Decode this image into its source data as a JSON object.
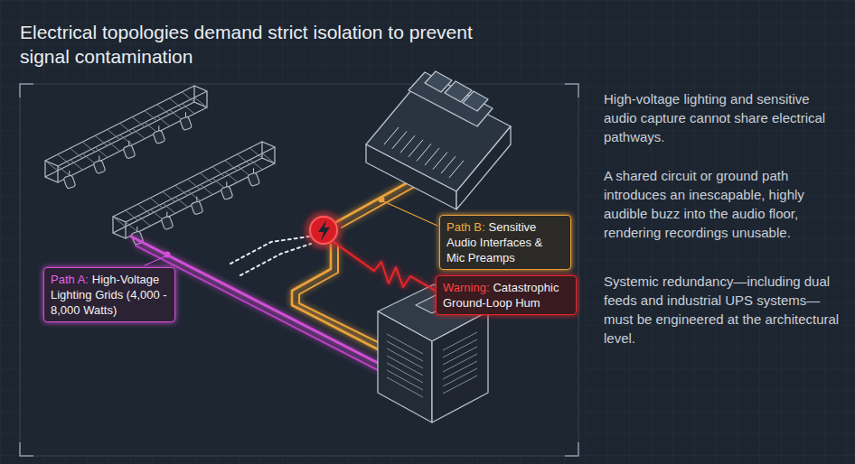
{
  "diagram": {
    "title": "Electrical topologies demand strict isolation to prevent signal contamination",
    "nodes": [
      {
        "text": [
          "Path A:",
          "High-Voltage Lighting Grids (4,000 - 8,000 Watts)"
        ]
      },
      {
        "text": [
          "Path B:",
          "Sensitive Audio Interfaces & Mic Preamps"
        ]
      },
      {
        "text": [
          "Warning:",
          "Catastrophic Ground-Loop Hum"
        ]
      }
    ],
    "labels": [
      "High-voltage lighting and sensitive audio capture cannot share electrical pathways.",
      "A shared circuit or ground path introduces an inescapable, highly audible buzz into the audio floor, rendering recordings unusable.",
      "Systemic redundancy—including dual feeds and industrial UPS systems—must be engineered at the architectural level."
    ]
  }
}
